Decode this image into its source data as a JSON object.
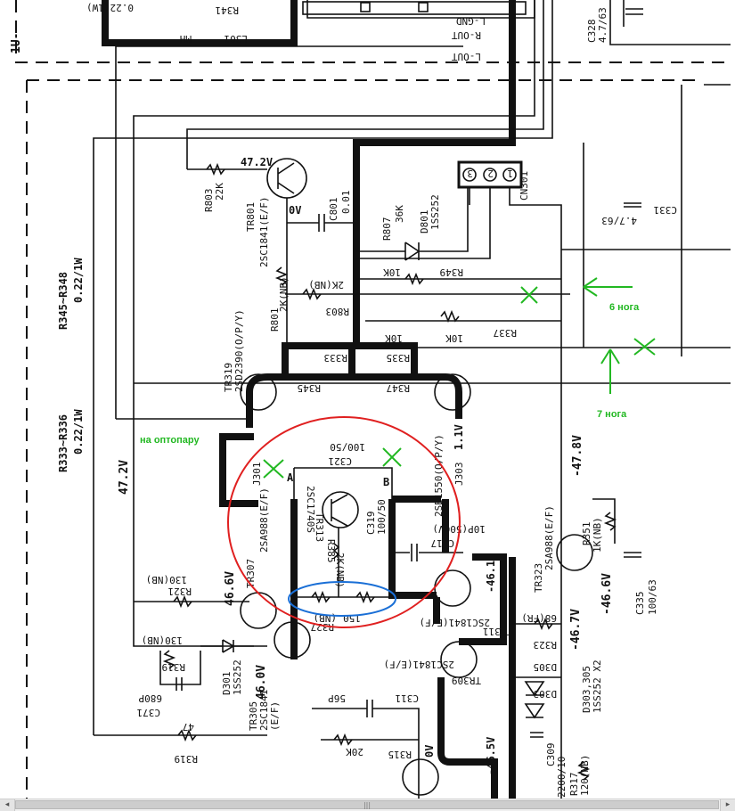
{
  "schematic": {
    "module_label": "1U-",
    "res_group_a": {
      "label": "R345~R348",
      "rating": "0.22/1W"
    },
    "res_group_b": {
      "label": "R333~R336",
      "rating": "0.22/1W"
    },
    "top_parts": {
      "r341": "R341",
      "r341_val": "0.22(1W)",
      "l301": "L301",
      "l301_val": "MH",
      "l_gnd": "L-GND",
      "r_out": "R-OUT",
      "l_out": "L-OUT",
      "c328": "C328",
      "c328_val": "4.7/63"
    },
    "regulator": {
      "tr801": "TR801",
      "tr801_type": "2SC1841(E/F)",
      "v_47_2": "47.2V",
      "r803": "R803",
      "r803_val": "22K",
      "c801": "C801",
      "c801_val": "0.01",
      "zero_v": "0V",
      "r807": "R807",
      "r807_val": "36K",
      "d801": "D801",
      "d801_type": "1SS252",
      "cn301": "CN301",
      "pins": [
        "3",
        "2",
        "1"
      ],
      "r349": "R349",
      "r349_val": "10K",
      "r803b": "R803",
      "r803b_val": "2K(NB)",
      "r801_val": "2K(NB)",
      "r801": "R801",
      "r337": "R337",
      "r337_val": "10K",
      "r10k": "10K"
    },
    "output": {
      "r333": "R333",
      "r335": "R335",
      "r345": "R345",
      "r347": "R347",
      "tr319": "TR319",
      "tr319_type": "2SD2390(O/P/Y)",
      "tr321_type": "2SB1550(O/P/Y)",
      "j303": "J303",
      "j303_v": "1.1V",
      "j301": "J301",
      "c331": "C331",
      "c331_val": "4.7/63",
      "minus_47_8": "-47.8V",
      "v47_2_left": "47.2V"
    },
    "bias": {
      "c321": "C321",
      "c321_val": "100/50",
      "tr313": "TR313",
      "tr313_type": "2SC1740S",
      "r385": "R385",
      "r385_val": "2K(NB)",
      "c319": "C319",
      "c319_val": "100/50",
      "c317": "C317",
      "c317_val": "10P(500V)",
      "r327": "R327",
      "r327_val": "150",
      "r327_nb": "(NB)",
      "a": "A",
      "b": "B"
    },
    "driver": {
      "tr307": "TR307",
      "tr307_type": "2SA988(E/F)",
      "v46_6": "46.6V",
      "r321": "R321",
      "r321_val": "130(NB)",
      "r319": "R319",
      "r319_val": "130(NB)",
      "d301": "D301",
      "d301_type": "1SS252",
      "tr305": "TR305",
      "tr305_type": "2SC1841",
      "tr305_grade": "(E/F)",
      "v46_0": "46.0V",
      "c371": "C371",
      "c371_val": "680P",
      "r319b": "R319",
      "r319b_val": "47",
      "c311": "C311",
      "c311_val": "56P",
      "r315": "R315",
      "r315_val": "20K",
      "tr311": "TR311",
      "tr311_type": "2SC1841(E/F)",
      "tr309": "TR309",
      "tr309_type": "2SC1841(E/F)",
      "minus_46_1": "-46.1V",
      "minus_46_5": "-46.5V",
      "zero_v_b": "0V",
      "r323": "R323",
      "r323_val": "68(FR)",
      "minus_46_7": "-46.7V",
      "minus_46_6": "-46.6V"
    },
    "neg_side": {
      "tr323": "TR323",
      "tr323_type": "2SA988(E/F)",
      "r351": "R351",
      "r351_val": "1K(NB)",
      "c335": "C335",
      "c335_val": "100/63",
      "d303": "D303",
      "d305": "D305",
      "d_group": "D303,305",
      "d_type": "1SS252 X2",
      "c309": "C309",
      "c309_val": "2200/10",
      "r317": "R317",
      "r317_val": "120(NB)"
    }
  },
  "annotations": {
    "optocoupler": "на оптопару",
    "leg6": "6 нога",
    "leg7": "7 нога"
  },
  "colors": {
    "circle_red": "#e02020",
    "ellipse_blue": "#1a6fd6",
    "marks_green": "#22b822"
  },
  "scrollbar": {
    "grip": "|||",
    "left_arrow": "◂",
    "right_arrow": "▸"
  }
}
